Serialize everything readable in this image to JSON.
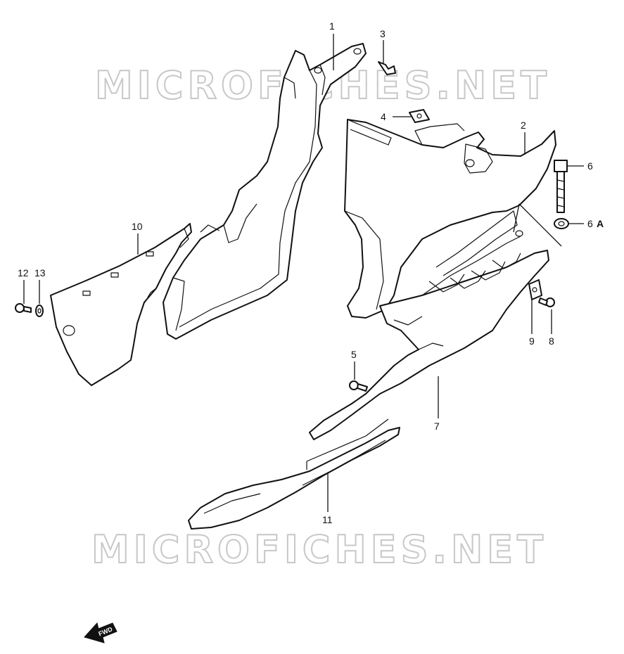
{
  "watermark": "MICROFICHES.NET",
  "direction_badge": "FWD",
  "callouts": {
    "p1": "1",
    "p2": "2",
    "p3": "3",
    "p4": "4",
    "p5": "5",
    "p6": "6",
    "p6a": "6",
    "p6a_suffix": "A",
    "p7": "7",
    "p8": "8",
    "p9": "9",
    "p10": "10",
    "p11": "11",
    "p12": "12",
    "p13": "13"
  },
  "colors": {
    "line": "#111111",
    "watermark": "#c8c8c8",
    "background": "#ffffff"
  }
}
